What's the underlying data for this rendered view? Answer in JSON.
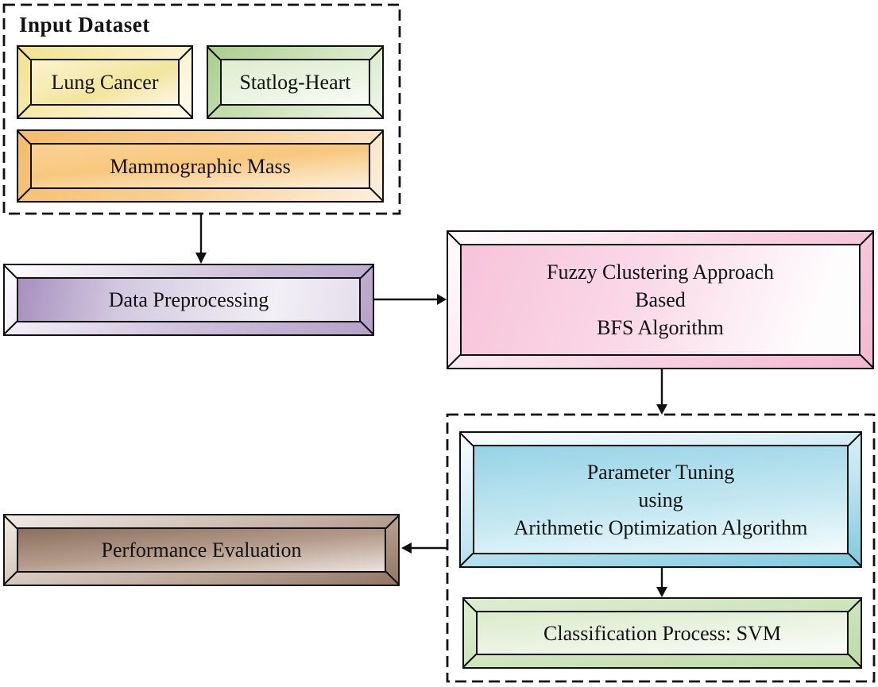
{
  "figure": {
    "background_color": "#FFFFFF",
    "line_color": "#101010",
    "input_dataset": {
      "title": "Input Dataset",
      "datasets": [
        {
          "id": "lung_cancer",
          "label": "Lung Cancer",
          "color": "#F3E7A3"
        },
        {
          "id": "statlog_heart",
          "label": "Statlog-Heart",
          "color": "#BFDBA7"
        },
        {
          "id": "mammographic_mass",
          "label": "Mammographic Mass",
          "color": "#F8CB82"
        }
      ]
    },
    "nodes": {
      "data_preprocessing": {
        "label": "Data Preprocessing",
        "color": "#AE9AC6"
      },
      "fuzzy_clustering": {
        "lines": [
          "Fuzzy Clustering Approach",
          "Based",
          "BFS Algorithm"
        ],
        "color": "#F7C3DA"
      },
      "parameter_tuning": {
        "lines": [
          "Parameter Tuning",
          "using",
          "Arithmetic Optimization Algorithm"
        ],
        "color": "#9AD5E7"
      },
      "classification": {
        "label": "Classification Process: SVM",
        "color": "#DCEBCC"
      },
      "performance_evaluation": {
        "label": "Performance Evaluation",
        "color": "#8A6F5E"
      }
    },
    "edges": [
      {
        "from": "input_dataset",
        "to": "data_preprocessing",
        "direction": "down"
      },
      {
        "from": "data_preprocessing",
        "to": "fuzzy_clustering",
        "direction": "right"
      },
      {
        "from": "fuzzy_clustering",
        "to": "tuning_container",
        "direction": "down"
      },
      {
        "from": "parameter_tuning",
        "to": "classification",
        "direction": "down"
      },
      {
        "from": "tuning_container",
        "to": "performance_evaluation",
        "direction": "left"
      }
    ]
  }
}
